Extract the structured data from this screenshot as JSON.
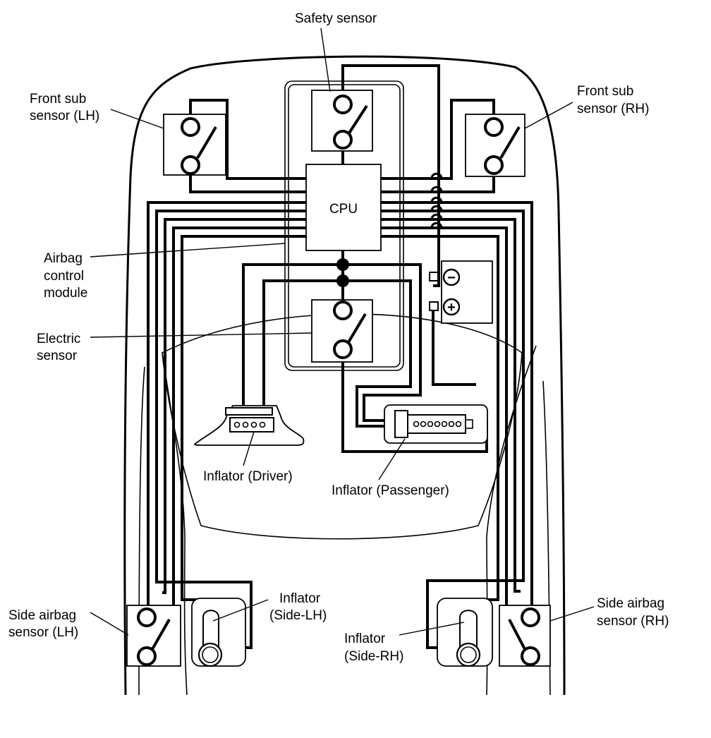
{
  "labels": {
    "safety_sensor": "Safety sensor",
    "front_sub_lh_1": "Front sub",
    "front_sub_lh_2": "sensor (LH)",
    "front_sub_rh_1": "Front sub",
    "front_sub_rh_2": "sensor (RH)",
    "cpu": "CPU",
    "acm_1": "Airbag",
    "acm_2": "control",
    "acm_3": "module",
    "electric_1": "Electric",
    "electric_2": "sensor",
    "inflator_driver": "Inflator (Driver)",
    "inflator_passenger": "Inflator (Passenger)",
    "side_airbag_lh_1": "Side airbag",
    "side_airbag_lh_2": "sensor (LH)",
    "side_airbag_rh_1": "Side airbag",
    "side_airbag_rh_2": "sensor (RH)",
    "inflator_side_lh_1": "Inflator",
    "inflator_side_lh_2": "(Side-LH)",
    "inflator_side_rh_1": "Inflator",
    "inflator_side_rh_2": "(Side-RH)"
  },
  "battery": {
    "negative_symbol": "−",
    "positive_symbol": "+"
  }
}
